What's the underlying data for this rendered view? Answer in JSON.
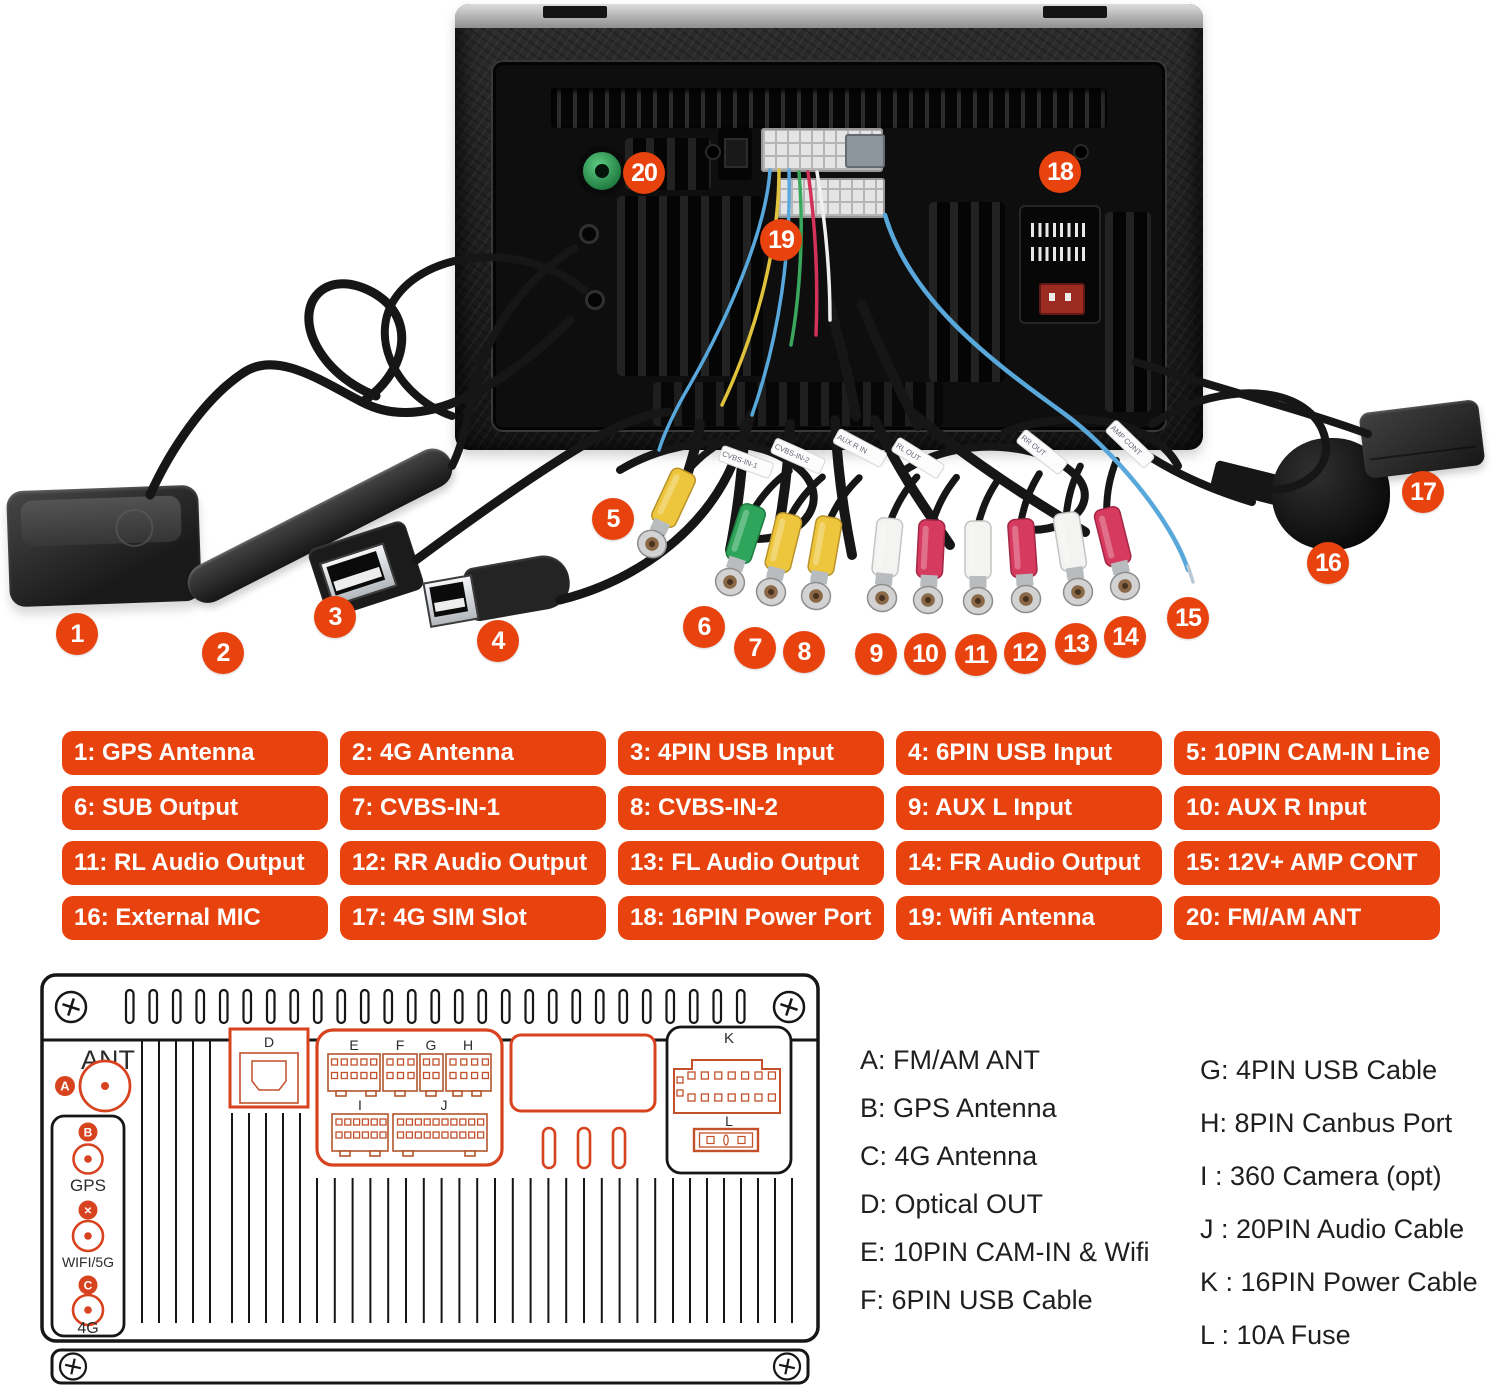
{
  "colors": {
    "accent": "#e8430e",
    "schematic_accent": "#d8431f",
    "blue_wire": "#58a8dc"
  },
  "callouts": [
    "1",
    "2",
    "3",
    "4",
    "5",
    "6",
    "7",
    "8",
    "9",
    "10",
    "11",
    "12",
    "13",
    "14",
    "15",
    "16",
    "17",
    "18",
    "19",
    "20"
  ],
  "labels": {
    "items": [
      "1: GPS Antenna",
      "2: 4G Antenna",
      "3: 4PIN USB Input",
      "4: 6PIN USB Input",
      "5: 10PIN CAM-IN Line",
      "6: SUB Output",
      "7: CVBS-IN-1",
      "8: CVBS-IN-2",
      "9: AUX L Input",
      "10: AUX R Input",
      "11: RL Audio Output",
      "12: RR Audio Output",
      "13: FL Audio Output",
      "14: FR Audio Output",
      "15: 12V+ AMP CONT",
      "16: External MIC",
      "17: 4G SIM Slot",
      "18: 16PIN Power Port",
      "19: Wifi Antenna",
      "20: FM/AM ANT"
    ]
  },
  "legend": {
    "left": [
      "A: FM/AM ANT",
      "B: GPS Antenna",
      "C: 4G Antenna",
      "D: Optical OUT",
      "E: 10PIN CAM-IN & Wifi",
      "F: 6PIN USB Cable"
    ],
    "right": [
      "G: 4PIN USB Cable",
      "H: 8PIN Canbus Port",
      "I : 360 Camera (opt)",
      "J : 20PIN Audio Cable",
      "K : 16PIN Power Cable",
      "L : 10A Fuse"
    ]
  },
  "schematic": {
    "ant": "ANT",
    "gps": "GPS",
    "wifi": "WIFI/5G",
    "four_g": "4G",
    "badge_a": "A",
    "badge_b": "B",
    "badge_c": "C",
    "badge_x": "✕",
    "d": "D",
    "e": "E",
    "f": "F",
    "g": "G",
    "h": "H",
    "i": "I",
    "j": "J",
    "k": "K",
    "l": "L"
  },
  "wire_tags": [
    "CVBS-IN-1",
    "CVBS-IN-2",
    "AUX R IN",
    "RL OUT",
    "RR OUT",
    "AMP CONT"
  ]
}
